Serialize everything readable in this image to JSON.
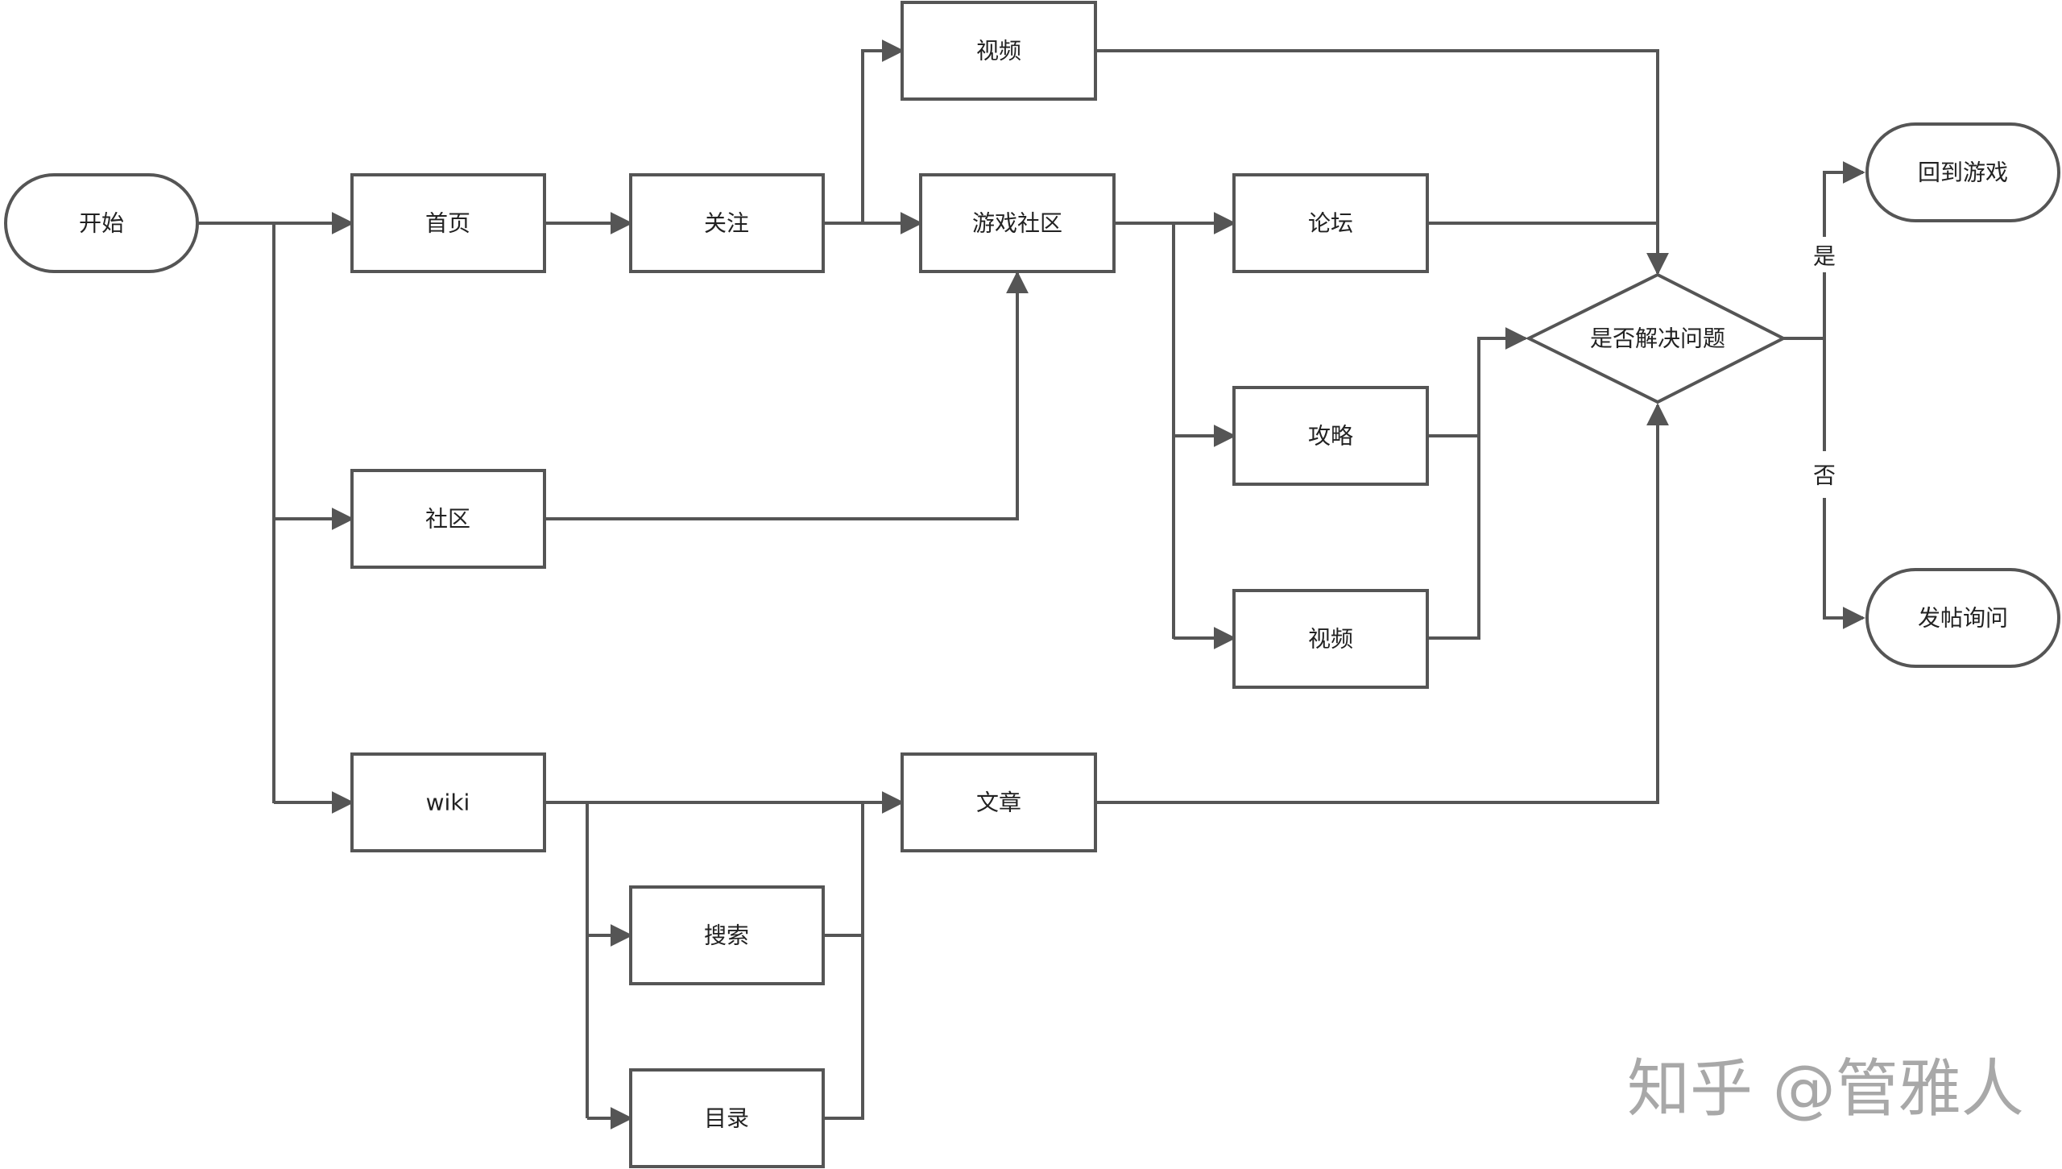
{
  "nodes": {
    "start": "开始",
    "homepage": "首页",
    "follow": "关注",
    "video_top": "视频",
    "game_community": "游戏社区",
    "community": "社区",
    "forum": "论坛",
    "strategy": "攻略",
    "video_mid": "视频",
    "decision": "是否解决问题",
    "back_to_game": "回到游戏",
    "post_question": "发帖询问",
    "wiki": "wiki",
    "article": "文章",
    "search": "搜索",
    "catalog": "目录"
  },
  "edge_labels": {
    "yes": "是",
    "no": "否"
  },
  "watermark": "知乎 @管雅人",
  "colors": {
    "stroke": "#555555",
    "text": "#222222",
    "background": "#ffffff"
  }
}
